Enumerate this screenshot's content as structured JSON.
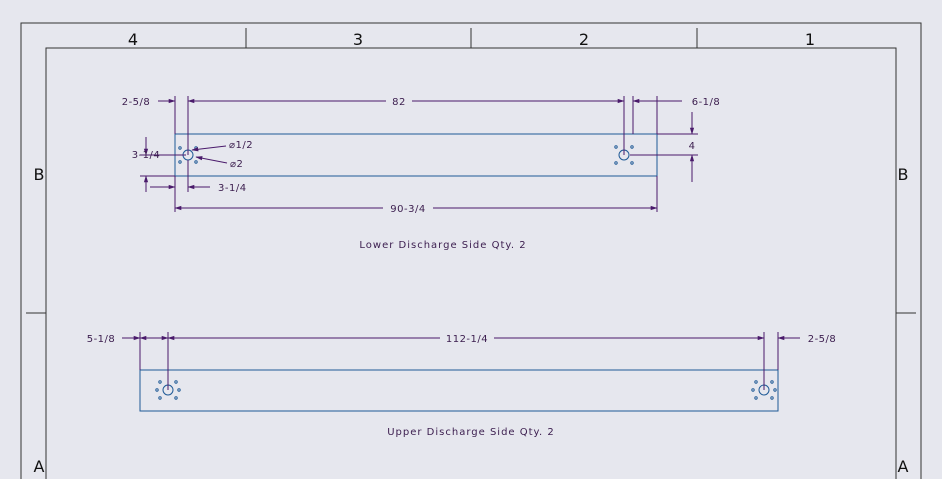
{
  "zones": {
    "top": [
      "4",
      "3",
      "2",
      "1"
    ],
    "left": [
      "B",
      "A"
    ],
    "right": [
      "B",
      "A"
    ]
  },
  "lower_part": {
    "caption": "Lower Discharge Side Qty. 2",
    "dims": {
      "left_offset": "2-5/8",
      "center_span": "82",
      "right_offset": "6-1/8",
      "height_left": "3-1/4",
      "height_right": "4",
      "hole_offset": "3-1/4",
      "overall_length": "90-3/4",
      "small_dia": "⌀1/2",
      "large_dia": "⌀2"
    }
  },
  "upper_part": {
    "caption": "Upper Discharge Side Qty. 2",
    "dims": {
      "left_offset": "5-1/8",
      "center_span": "112-1/4",
      "right_offset": "2-5/8"
    }
  },
  "colors": {
    "background": "#e6e7ee",
    "part_outline": "#1f5a96",
    "dimension": "#4a1a6b",
    "frame": "#333333"
  }
}
